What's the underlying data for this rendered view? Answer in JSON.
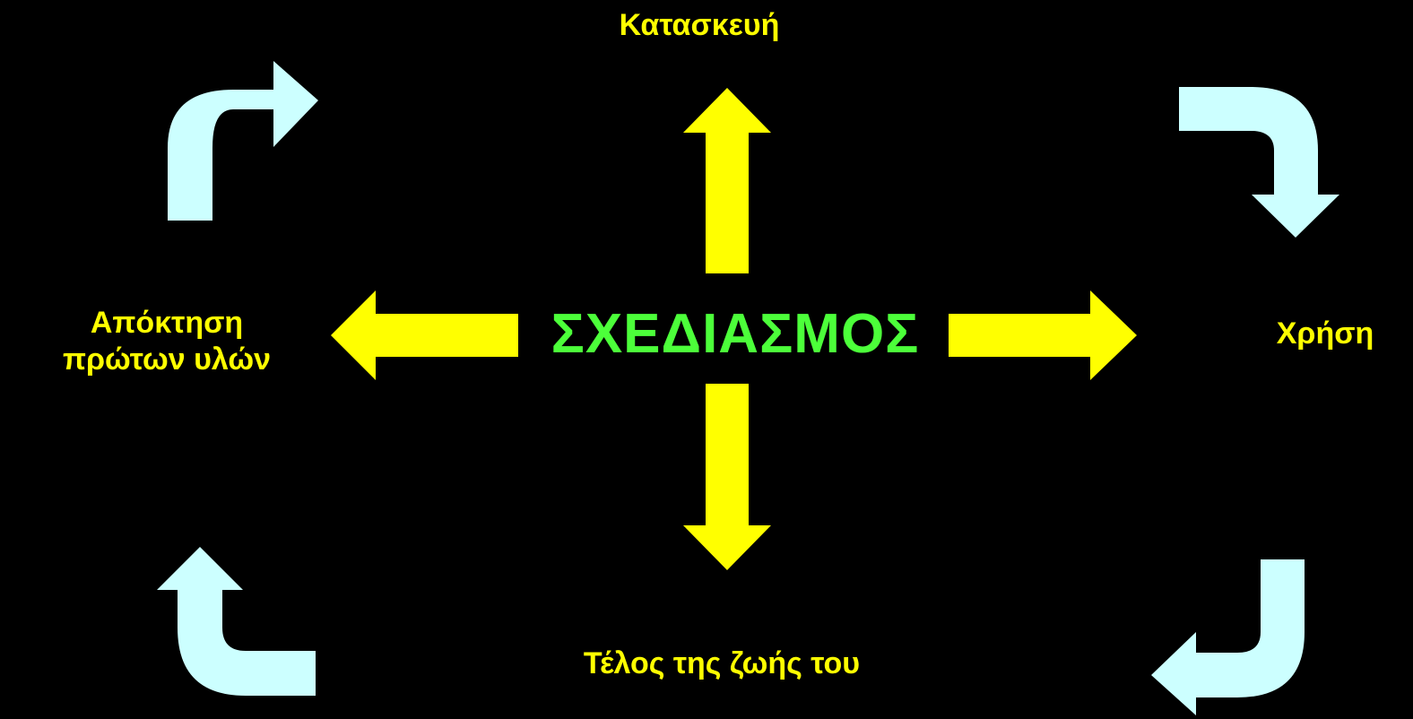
{
  "center": {
    "label": "ΣΧΕΔΙΑΣΜΟΣ",
    "color": "#4CFF3A"
  },
  "stages": {
    "top": "Κατασκευή",
    "right": "Χρήση",
    "bottom": "Τέλος της ζωής του",
    "left_line1": "Απόκτηση",
    "left_line2": "πρώτων υλών"
  },
  "colors": {
    "background": "#000000",
    "stage_text": "#FFFF00",
    "radial_arrow": "#FFFF00",
    "cycle_arrow": "#CCFFFF"
  },
  "icons": {
    "radial": [
      "arrow-up-icon",
      "arrow-right-icon",
      "arrow-down-icon",
      "arrow-left-icon"
    ],
    "cycle": [
      "curved-arrow-top-left-icon",
      "curved-arrow-top-right-icon",
      "curved-arrow-bottom-right-icon",
      "curved-arrow-bottom-left-icon"
    ]
  }
}
